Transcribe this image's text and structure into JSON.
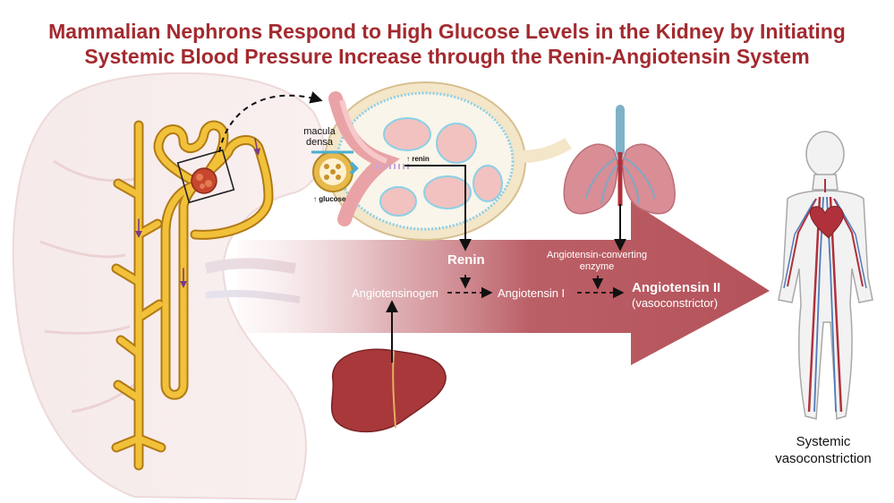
{
  "title": {
    "line1": "Mammalian Nephrons Respond to High Glucose Levels in the Kidney by Initiating",
    "line2": "Systemic Blood Pressure Increase through the Renin-Angiotensin System"
  },
  "labels": {
    "macula_densa_1": "macula",
    "macula_densa_2": "densa",
    "renin_small": "↑ renin",
    "glucose_small": "↑ glucose",
    "renin": "Renin",
    "ace_1": "Angiotensin-converting",
    "ace_2": "enzyme",
    "angiotensinogen": "Angiotensinogen",
    "angiotensin_1": "Angiotensin I",
    "angiotensin_2": "Angiotensin II",
    "vasoconstrictor": "(vasoconstrictor)",
    "outcome_1": "Systemic",
    "outcome_2": "vasoconstriction"
  },
  "colors": {
    "title": "#a32a2f",
    "arrow": "#b8575e",
    "tubule": "#f2c13a",
    "tubule_outline": "#b07a16",
    "liver": "#a8383a",
    "lung": "#d98d95",
    "kidney": "#f3e6e6"
  },
  "icons": [
    "kidney-icon",
    "nephron-icon",
    "glomerulus-icon",
    "lung-icon",
    "liver-icon",
    "human-body-icon",
    "heart-icon"
  ]
}
